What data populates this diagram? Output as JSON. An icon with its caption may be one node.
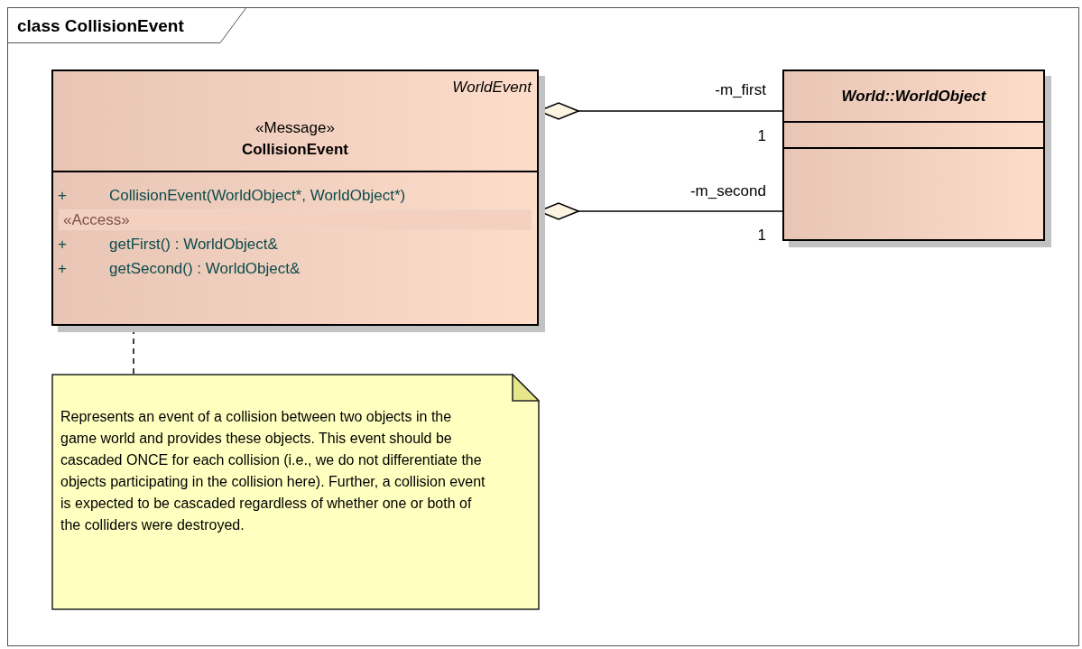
{
  "diagram": {
    "nodes": [
      {
        "text": [
          "class CollisionEvent"
        ]
      },
      {
        "text": [
          "WorldEvent",
          "«Message»",
          "CollisionEvent",
          "+ CollisionEvent(WorldObject*, WorldObject*)",
          "«Access»",
          "+ getFirst() : WorldObject&",
          "+ getSecond() : WorldObject&"
        ],
        "in": 0
      },
      {
        "text": [
          "World::WorldObject"
        ],
        "in": 0
      },
      {
        "text": [
          "Represents an event of a collision between two objects in the game world and provides these objects. This event should be cascaded ONCE for each collision (i.e., we do not differentiate the objects participating in the collision here). Further, a collision event is expected to be cascaded regardless of whether one or both of the colliders were destroyed."
        ],
        "in": 0
      }
    ],
    "edges": [
      {
        "from": 1,
        "to": 2,
        "arrow": "other",
        "label": "-m_first"
      },
      {
        "from": 1,
        "to": 2,
        "arrow": "other",
        "label": "-m_second"
      },
      {
        "from": 3,
        "to": 1,
        "arrow": "none",
        "style": "dashed"
      }
    ],
    "labels": [
      "1",
      "1"
    ]
  }
}
